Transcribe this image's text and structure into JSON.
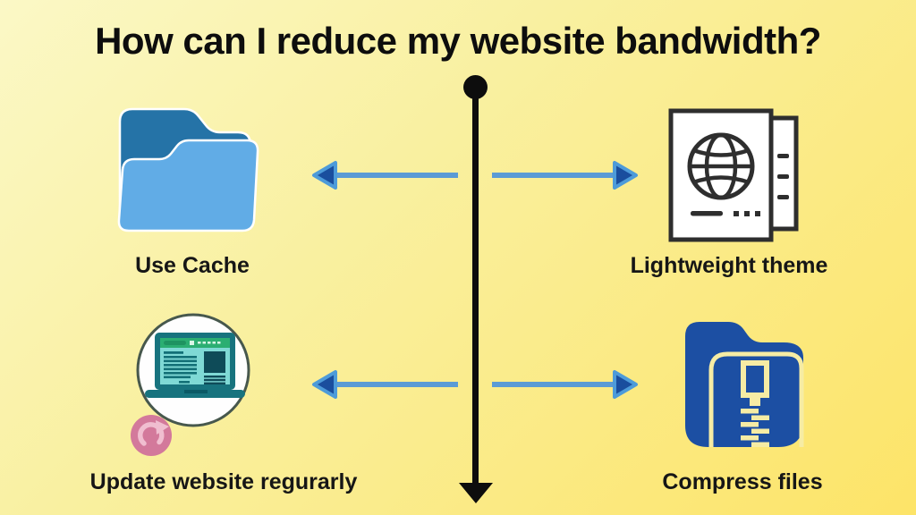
{
  "title": "How can I reduce my website bandwidth?",
  "items": [
    {
      "label": "Use Cache",
      "icon": "open-folder-icon",
      "position": "top-left"
    },
    {
      "label": "Lightweight theme",
      "icon": "webpage-theme-icon",
      "position": "top-right"
    },
    {
      "label": "Update website regurarly",
      "icon": "laptop-refresh-icon",
      "position": "bottom-left"
    },
    {
      "label": "Compress files",
      "icon": "zip-folder-icon",
      "position": "bottom-right"
    }
  ],
  "timeline": {
    "orientation": "vertical",
    "start_cap": "filled-circle",
    "end_cap": "arrow-down",
    "color": "#0d0d0d"
  },
  "connectors": [
    {
      "row": 1,
      "direction": "left",
      "points_to": "Use Cache"
    },
    {
      "row": 1,
      "direction": "right",
      "points_to": "Lightweight theme"
    },
    {
      "row": 2,
      "direction": "left",
      "points_to": "Update website regurarly"
    },
    {
      "row": 2,
      "direction": "right",
      "points_to": "Compress files"
    }
  ],
  "colors": {
    "background_start": "#fbf8c6",
    "background_end": "#fde468",
    "title_text": "#0d0d0d",
    "arrow_line": "#5b9bd5",
    "arrow_head": "#1a4e9e",
    "folder_back_blue": "#2573a7",
    "folder_front_blue": "#61ace6",
    "zip_folder_blue": "#1c4fa3",
    "zip_detail_yellow": "#f6eca4",
    "page_outline": "#2e2e2e",
    "laptop_teal": "#17737e",
    "laptop_screen_cyan": "#7fd9d5",
    "laptop_header_green": "#2bae72",
    "laptop_panel_dark": "#0e4b58",
    "circle_border": "#47584d",
    "refresh_pink": "#d3799b",
    "refresh_arrow_pink": "#f0bed0"
  }
}
